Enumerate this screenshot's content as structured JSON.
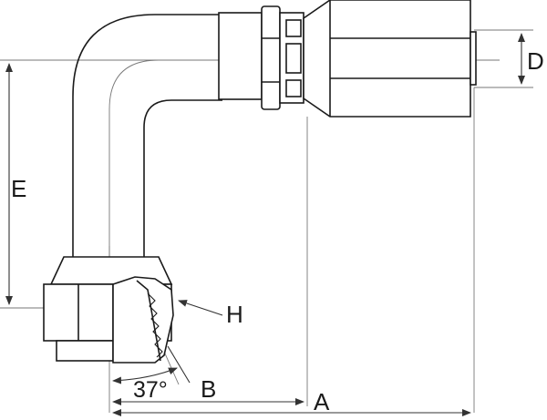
{
  "diagram": {
    "labels": {
      "A": "A",
      "B": "B",
      "D": "D",
      "E": "E",
      "H": "H",
      "angle": "37°"
    },
    "colors": {
      "line": "#1a1a1a",
      "dim": "#333333",
      "thin": "#777777",
      "fill": "#ffffff"
    }
  }
}
